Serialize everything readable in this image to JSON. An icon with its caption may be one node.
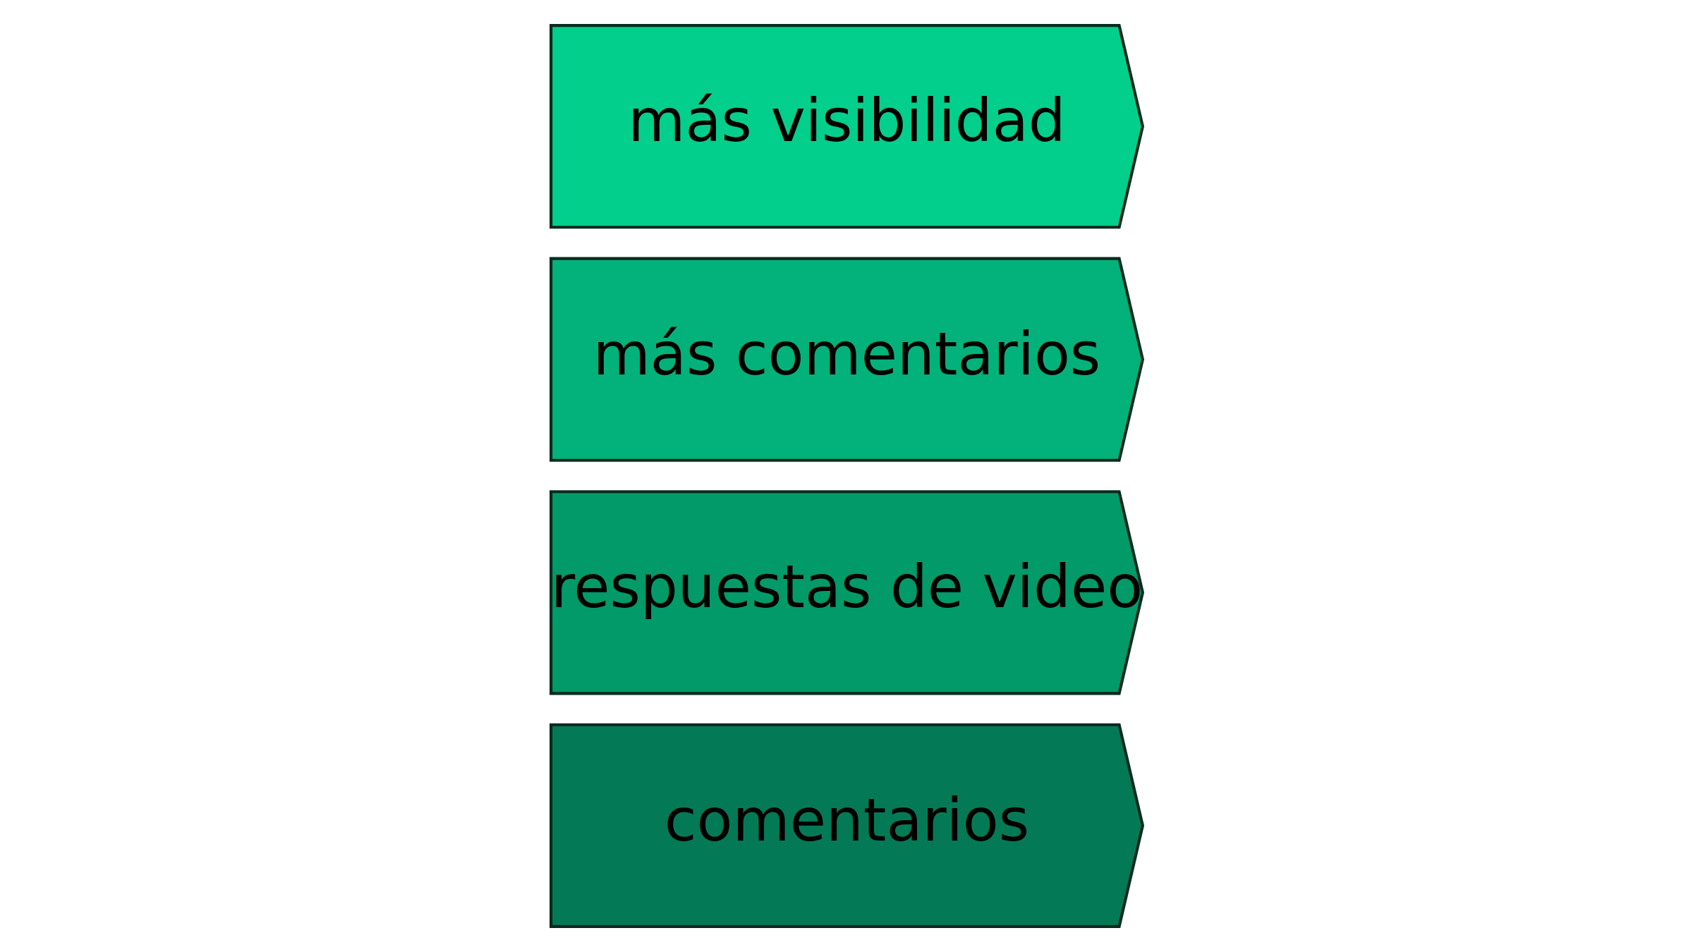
{
  "diagram": {
    "nodes": [
      {
        "text": [
          "comentarios"
        ]
      },
      {
        "text": [
          "respuestas de video"
        ]
      },
      {
        "text": [
          "más comentarios"
        ]
      },
      {
        "text": [
          "más visibilidad"
        ]
      }
    ],
    "edges": []
  }
}
